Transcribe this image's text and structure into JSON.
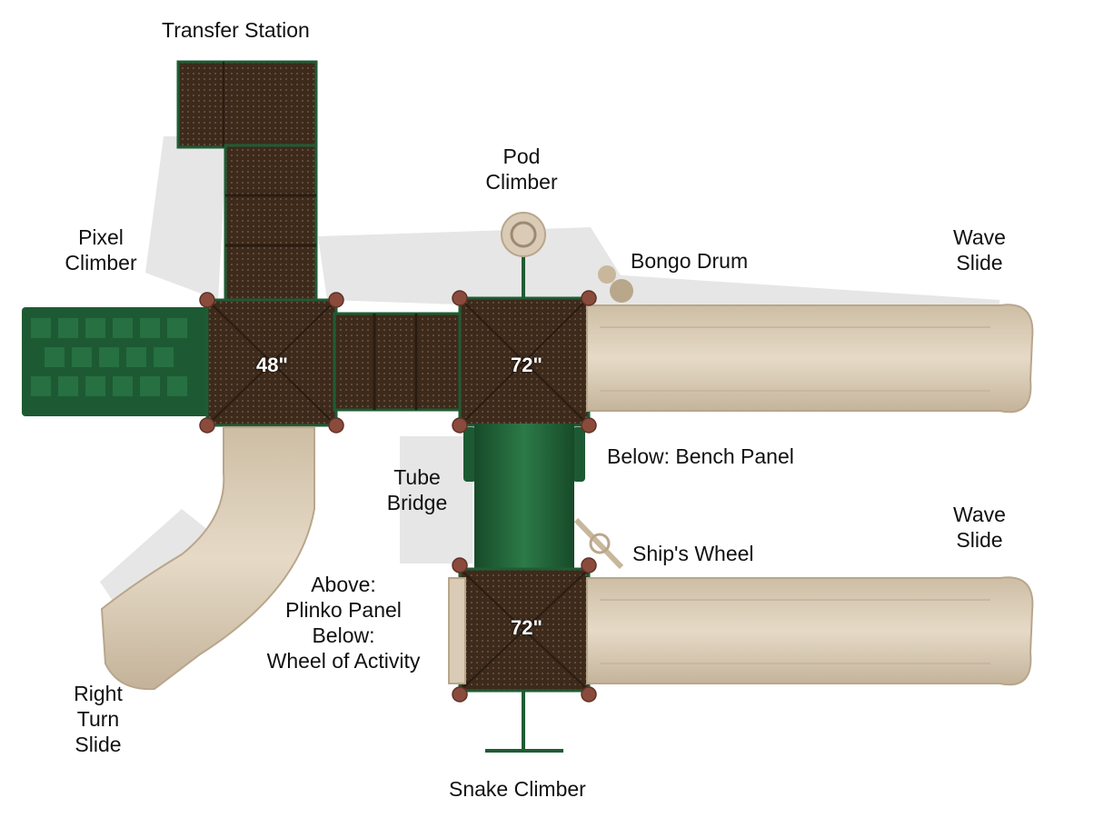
{
  "labels": {
    "transfer_station": "Transfer Station",
    "pod_climber": [
      "Pod",
      "Climber"
    ],
    "pixel_climber": [
      "Pixel",
      "Climber"
    ],
    "bongo_drum": "Bongo Drum",
    "wave_slide_top": [
      "Wave",
      "Slide"
    ],
    "wave_slide_bottom": [
      "Wave",
      "Slide"
    ],
    "bench_panel": "Below: Bench Panel",
    "tube_bridge": [
      "Tube",
      "Bridge"
    ],
    "ships_wheel": "Ship's Wheel",
    "plinko_wheel": [
      "Above:",
      "Plinko Panel",
      "Below:",
      "Wheel of Activity"
    ],
    "right_turn_slide": [
      "Right",
      "Turn",
      "Slide"
    ],
    "snake_climber": "Snake Climber"
  },
  "deck_heights": {
    "left_deck": "48\"",
    "right_deck": "72\"",
    "lower_deck": "72\""
  },
  "colors": {
    "deck": "#3d2a1b",
    "deck_dark": "#2a1c12",
    "frame_green": "#1f5c34",
    "climber_green": "#1d5a33",
    "slide_tan": "#d9cbb5",
    "slide_edge": "#b8a68c",
    "post_cap": "#8a4b3c",
    "shadow": "#e4e4e4"
  }
}
